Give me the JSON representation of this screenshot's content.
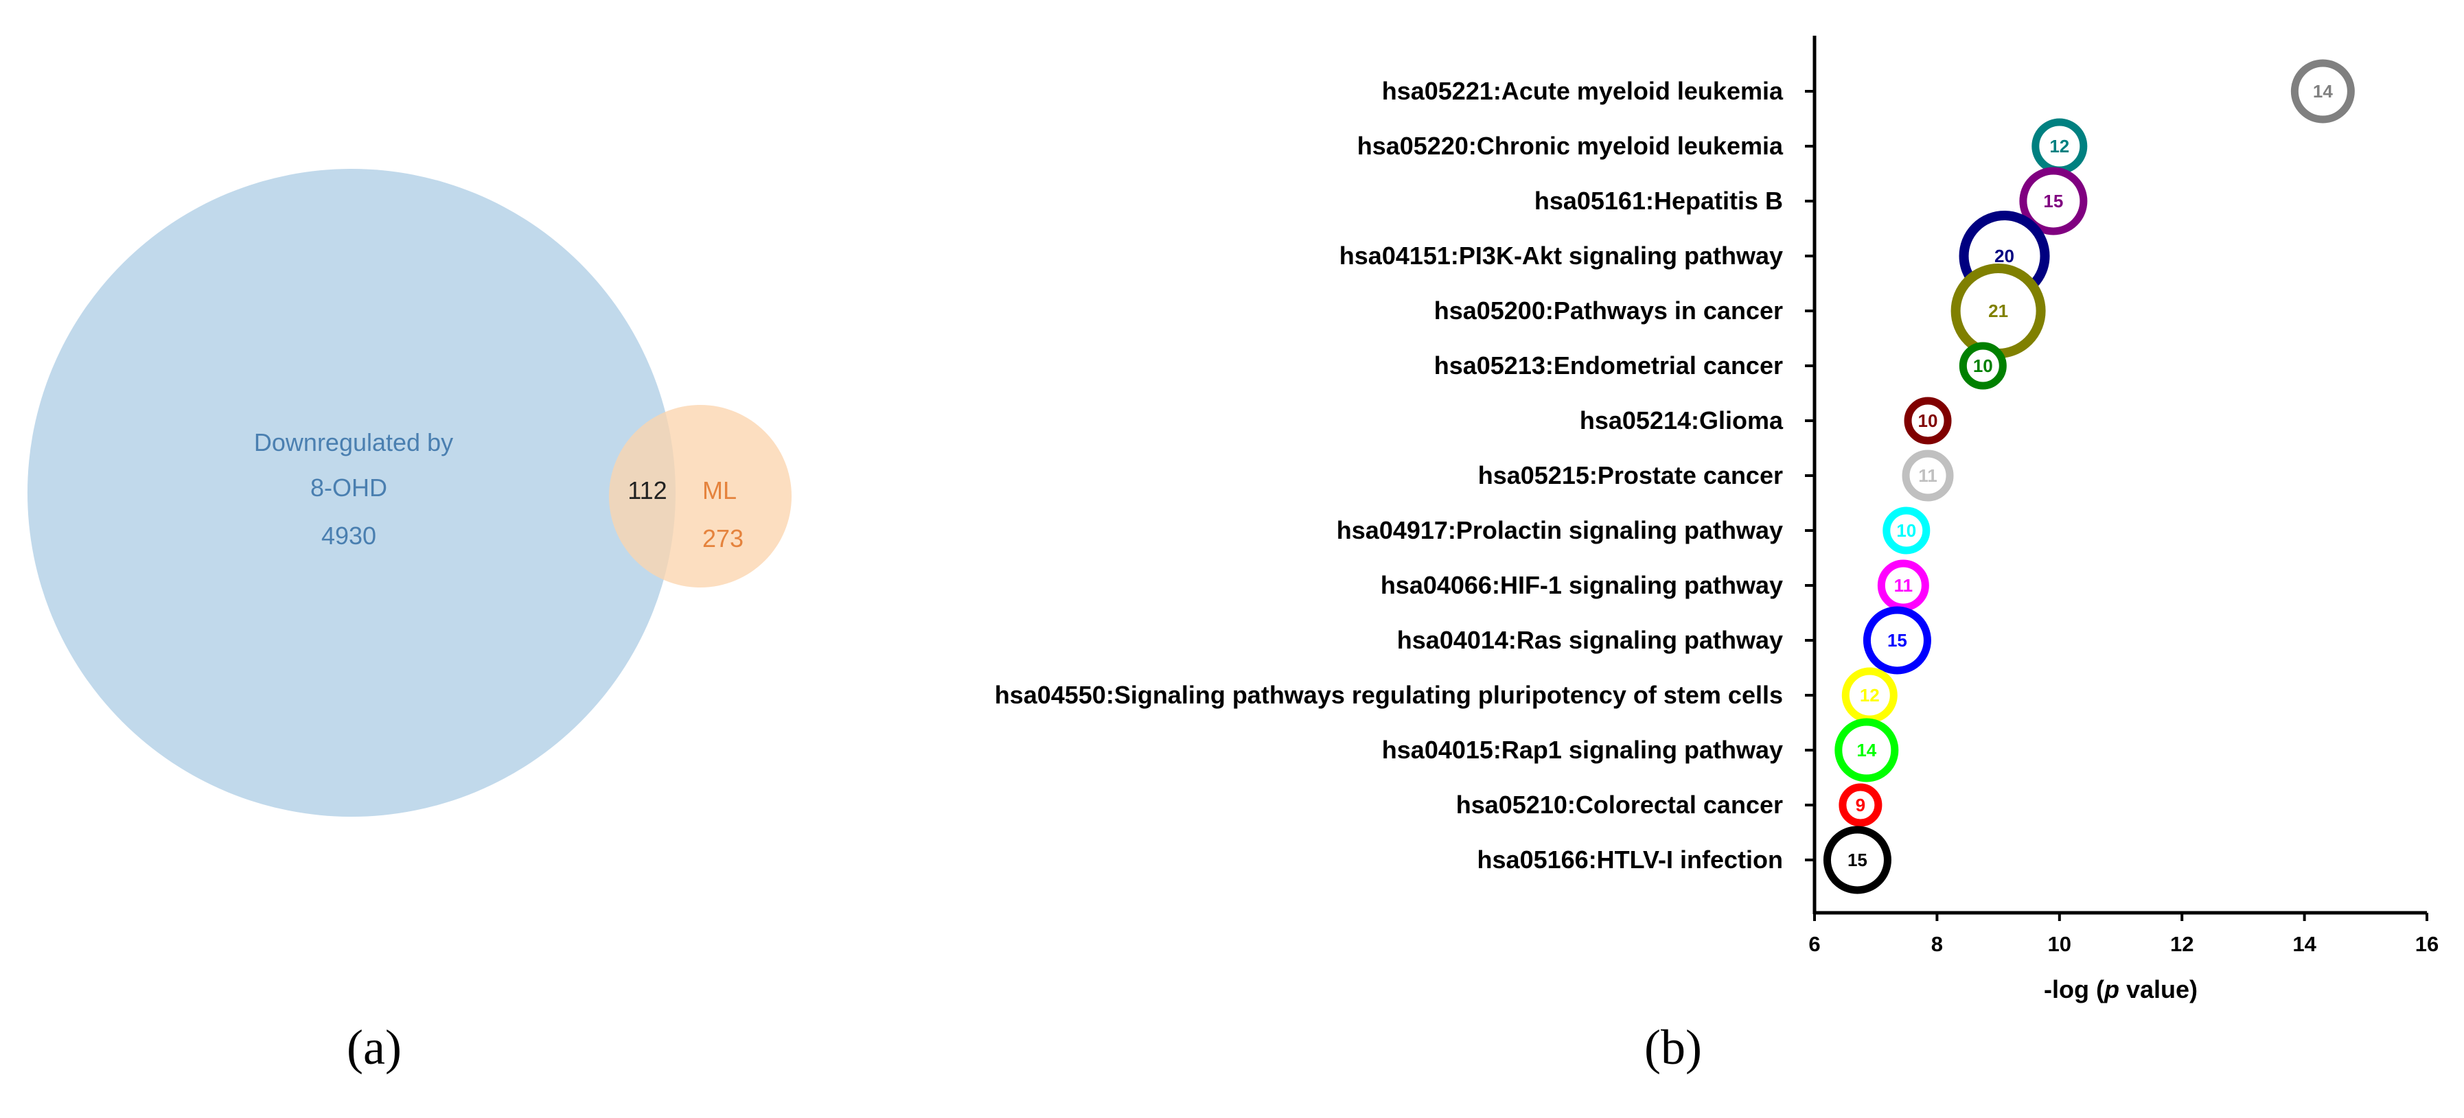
{
  "panels": {
    "a_label": "(a)",
    "b_label": "(b)"
  },
  "venn": {
    "set1": {
      "label_line1": "Downregulated by",
      "label_line2": "8-OHD",
      "count": "4930",
      "color": "#b3d1e6"
    },
    "set2": {
      "label": "ML",
      "count": "273",
      "color": "#fbd5ae"
    },
    "overlap": {
      "count": "112"
    },
    "text_colors": {
      "set1": "#4a7fb0",
      "set2": "#e5833d",
      "overlap": "#222222"
    }
  },
  "chart_data": {
    "type": "scatter",
    "xlabel_pre": "-log (",
    "xlabel_italic": "p",
    "xlabel_post": " value)",
    "xlim": [
      6,
      16
    ],
    "xticks": [
      "6",
      "8",
      "10",
      "12",
      "14",
      "16"
    ],
    "points": [
      {
        "term": "hsa05221:Acute myeloid leukemia",
        "x": 14.3,
        "count": 14,
        "color": "#808080"
      },
      {
        "term": "hsa05220:Chronic myeloid leukemia",
        "x": 10.0,
        "count": 12,
        "color": "#008080"
      },
      {
        "term": "hsa05161:Hepatitis B",
        "x": 9.9,
        "count": 15,
        "color": "#800080"
      },
      {
        "term": "hsa04151:PI3K-Akt signaling pathway",
        "x": 9.1,
        "count": 20,
        "color": "#000080"
      },
      {
        "term": "hsa05200:Pathways in cancer",
        "x": 9.0,
        "count": 21,
        "color": "#808000"
      },
      {
        "term": "hsa05213:Endometrial cancer",
        "x": 8.75,
        "count": 10,
        "color": "#008000"
      },
      {
        "term": "hsa05214:Glioma",
        "x": 7.85,
        "count": 10,
        "color": "#800000"
      },
      {
        "term": "hsa05215:Prostate cancer",
        "x": 7.85,
        "count": 11,
        "color": "#c0c0c0"
      },
      {
        "term": "hsa04917:Prolactin signaling pathway",
        "x": 7.5,
        "count": 10,
        "color": "#00ffff"
      },
      {
        "term": "hsa04066:HIF-1 signaling pathway",
        "x": 7.45,
        "count": 11,
        "color": "#ff00ff"
      },
      {
        "term": "hsa04014:Ras signaling pathway",
        "x": 7.35,
        "count": 15,
        "color": "#0000ff"
      },
      {
        "term": "hsa04550:Signaling pathways regulating pluripotency of stem cells",
        "x": 6.9,
        "count": 12,
        "color": "#ffff00"
      },
      {
        "term": "hsa04015:Rap1 signaling pathway",
        "x": 6.85,
        "count": 14,
        "color": "#00ff00"
      },
      {
        "term": "hsa05210:Colorectal cancer",
        "x": 6.75,
        "count": 9,
        "color": "#ff0000"
      },
      {
        "term": "hsa05166:HTLV-I infection",
        "x": 6.7,
        "count": 15,
        "color": "#000000"
      }
    ]
  }
}
